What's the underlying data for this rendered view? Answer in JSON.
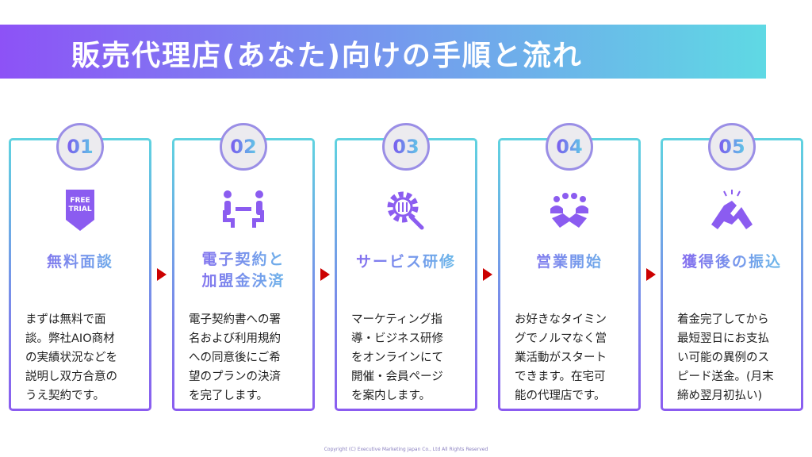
{
  "header": {
    "title": "販売代理店(あなた)向けの手順と流れ"
  },
  "steps": [
    {
      "num": "01",
      "icon": "free-trial-icon",
      "badge_text": "FREE TRIAL",
      "title": "無料面談",
      "desc": "まずは無料で面\n談。弊社AIO商材\nの実績状況などを\n説明し双方合意の\nうえ契約です。"
    },
    {
      "num": "02",
      "icon": "meeting-icon",
      "title": "電子契約と\n加盟金決済",
      "desc": "電子契約書への署\n名および利用規約\nへの同意後にご希\n望のプランの決済\nを完了します。"
    },
    {
      "num": "03",
      "icon": "gear-tools-icon",
      "title": "サービス研修",
      "desc": "マーケティング指\n導・ビジネス研修\nをオンラインにて\n開催・会員ページ\nを案内します。"
    },
    {
      "num": "04",
      "icon": "team-handshake-icon",
      "title": "営業開始",
      "desc": "お好きなタイミン\nグでノルマなく営\n業活動がスタート\nできます。在宅可\n能の代理店です。"
    },
    {
      "num": "05",
      "icon": "handclasp-icon",
      "title": "獲得後の振込",
      "desc": "着金完了してから\n最短翌日にお支払\nい可能の異例のス\nピード送金。(月末\n締め翌月初払い)"
    }
  ],
  "footer": {
    "copyright": "Copyright (C) Executive Marketing Japan Co., Ltd All Rights Reserved"
  },
  "colors": {
    "accent": "#8b5cf0",
    "arrow": "#cc0000",
    "cyan": "#5fd9e4"
  }
}
